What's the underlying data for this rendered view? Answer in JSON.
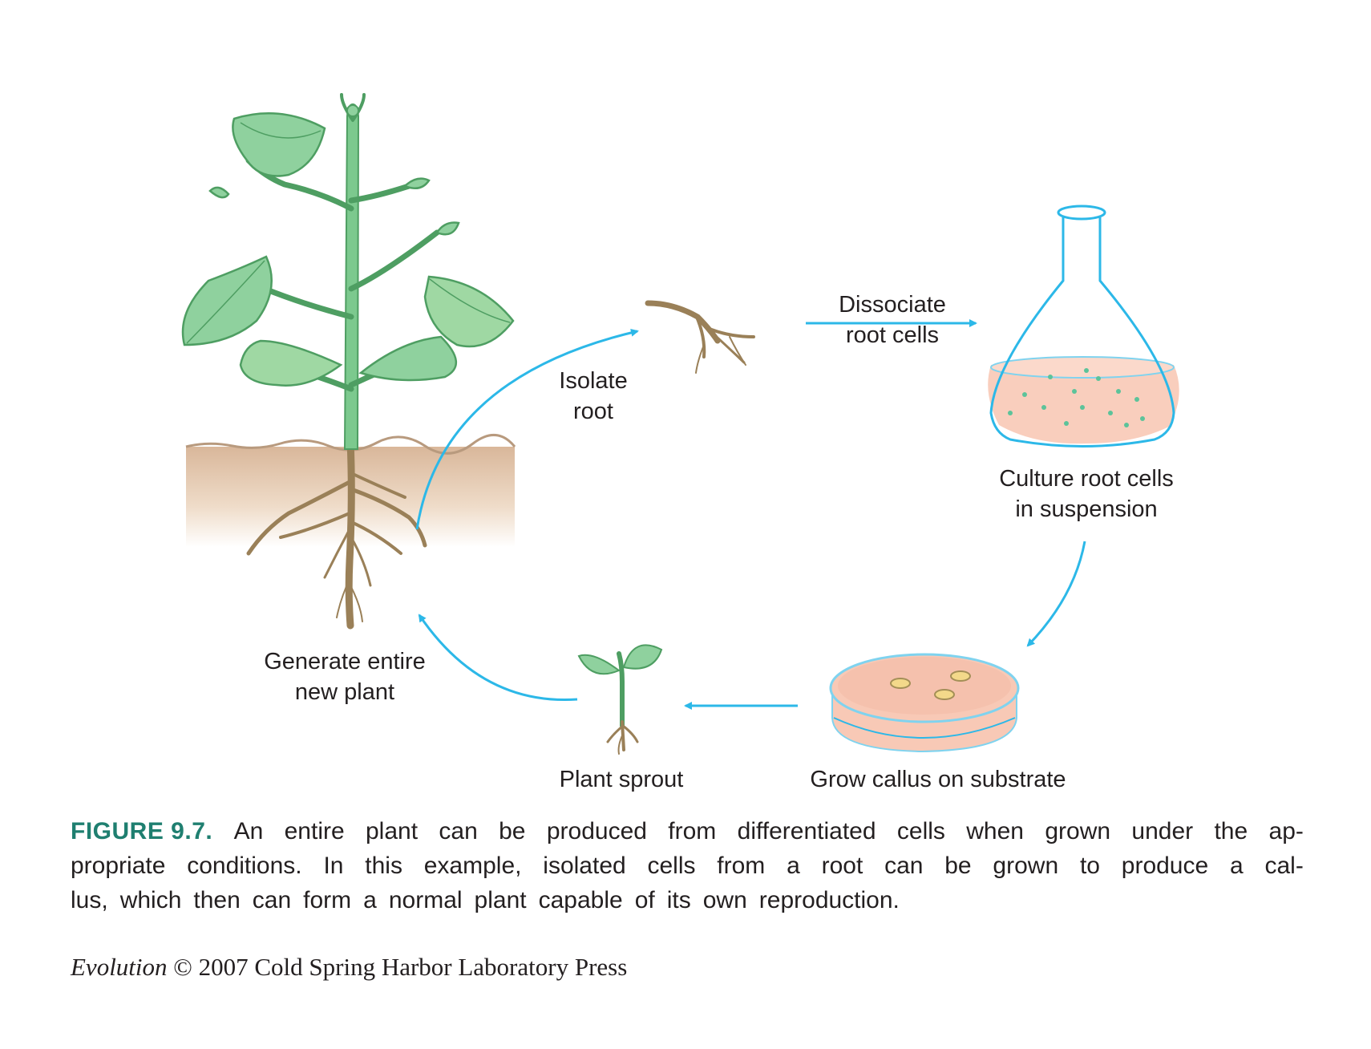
{
  "labels": {
    "isolate_root": [
      "Isolate",
      "root"
    ],
    "dissociate": [
      "Dissociate",
      "root cells"
    ],
    "culture": [
      "Culture root cells",
      "in suspension"
    ],
    "grow_callus": "Grow callus on substrate",
    "plant_sprout": "Plant sprout",
    "generate": [
      "Generate entire",
      "new plant"
    ]
  },
  "caption": {
    "figure_number": "FIGURE 9.7.",
    "lines": [
      [
        "An",
        "entire",
        "plant",
        "can",
        "be",
        "produced",
        "from",
        "differentiated",
        "cells",
        "when",
        "grown",
        "under",
        "the",
        "ap-"
      ],
      [
        "propriate",
        "conditions.",
        "In",
        "this",
        "example,",
        "isolated",
        "cells",
        "from",
        "a",
        "root",
        "can",
        "be",
        "grown",
        "to",
        "produce",
        "a",
        "cal-"
      ],
      [
        "lus,",
        "which",
        "then",
        "can",
        "form",
        "a",
        "normal",
        "plant",
        "capable",
        "of",
        "its",
        "own",
        "reproduction."
      ]
    ]
  },
  "credit": {
    "title": "Evolution",
    "rest": "© 2007 Cold Spring Harbor Laboratory Press"
  },
  "colors": {
    "arrow": "#2cb8e8",
    "leaf": "#8fd19e",
    "stem": "#7cc98e",
    "root": "#9a8058",
    "soil": "#d9b79a",
    "medium": "#f8c9b6",
    "caption_accent": "#1f7f70"
  },
  "icons": [
    "plant-icon",
    "root-icon",
    "flask-icon",
    "petri-dish-icon",
    "sprout-icon"
  ]
}
